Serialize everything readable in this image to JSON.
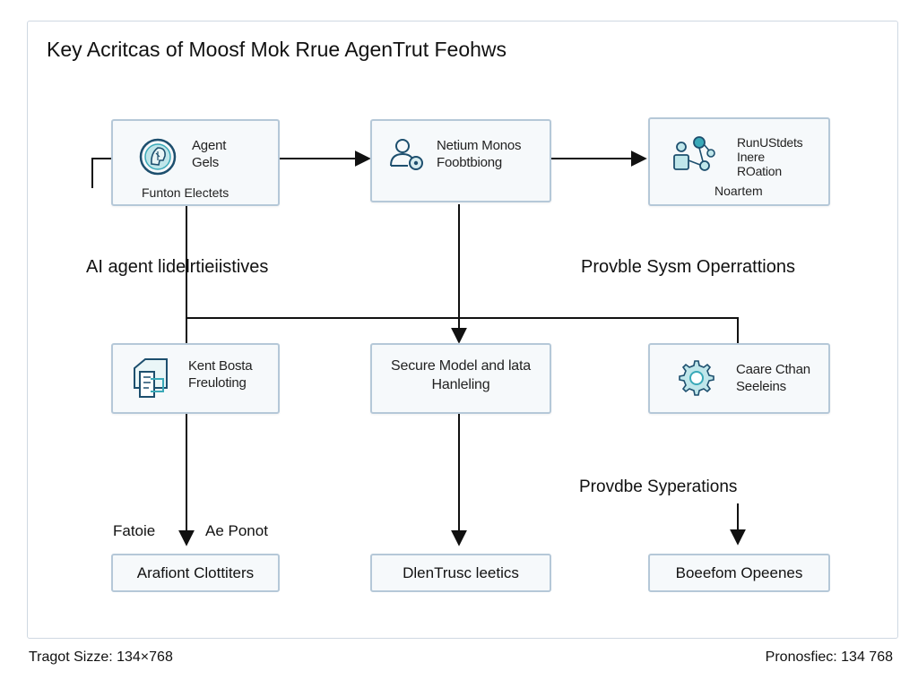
{
  "title": "Key Acritcas of Moosf Mok Rrue AgenTrut Feohws",
  "nodes": {
    "agent": {
      "label": "Agent\nGels",
      "sub": "Funton Electets",
      "icon": "ai-head-icon"
    },
    "network": {
      "label": "Netium Monos\nFoobtbiong",
      "icon": "person-gear-icon"
    },
    "runs": {
      "label": "RunUStdets\nInere\nROation",
      "sub": "Noartem",
      "icon": "network-nodes-icon"
    },
    "kent": {
      "label": "Kent Bosta\nFreuloting",
      "icon": "folder-document-icon"
    },
    "secure": {
      "label": "Secure Model and lata\nHanleling"
    },
    "caare": {
      "label": "Caare Cthan\nSeeleins",
      "icon": "gear-cog-icon"
    }
  },
  "captions": {
    "left": "AI agent lidelrtieiistives",
    "right": "Provble Sysm Operrattions",
    "mid_right": "Provdbe Syperations",
    "bottom_left_a": "Fatoie",
    "bottom_left_b": "Ae Ponot"
  },
  "outputs": {
    "left": "Arafiont Clottiters",
    "center": "DlenTrusc leetics",
    "right": "Boeefom Opeenes"
  },
  "footer": {
    "left": "Tragot Sizze: 134×768",
    "right": "Pronosfiec: 134 768"
  },
  "colors": {
    "border": "#b5c8d8",
    "box_fill": "#f6f9fb",
    "icon_accent": "#3aa9b8",
    "line": "#111111"
  }
}
